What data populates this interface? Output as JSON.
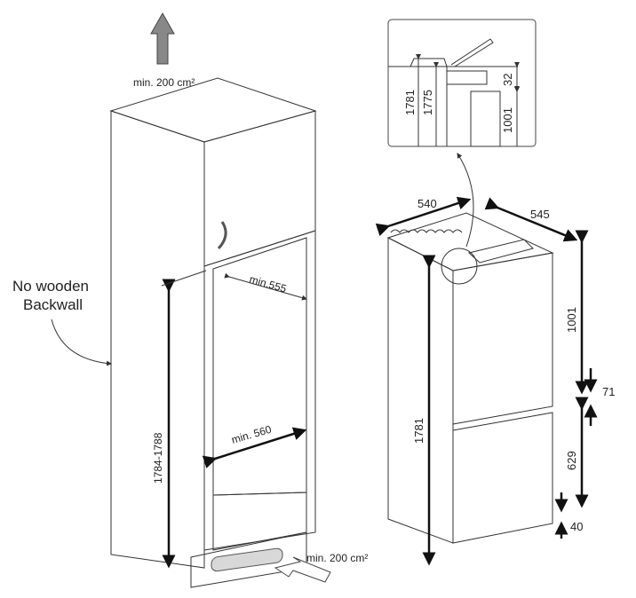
{
  "cabinet": {
    "vent_top": "min. 200 cm²",
    "vent_bottom": "min. 200 cm²",
    "backwall_note_line1": "No wooden",
    "backwall_note_line2": "Backwall",
    "opening_depth": "min.555",
    "opening_width": "min. 560",
    "opening_height": "1784-1788"
  },
  "appliance": {
    "width": "540",
    "depth": "545",
    "height": "1781",
    "upper_door": "1001",
    "gap": "71",
    "lower_door": "629",
    "bottom": "40"
  },
  "detail_inset": {
    "height_total": "1781",
    "height_body": "1775",
    "top_gap": "32",
    "upper_door": "1001"
  }
}
